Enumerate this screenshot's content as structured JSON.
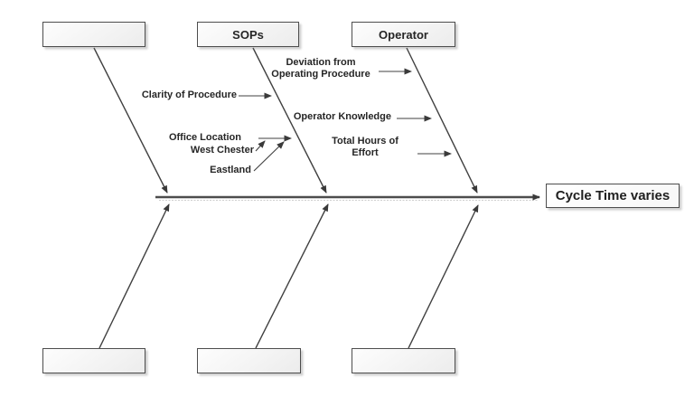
{
  "diagram": {
    "type": "fishbone-cause-effect",
    "effect": {
      "label": "Cycle Time varies"
    },
    "top_categories": [
      {
        "label": ""
      },
      {
        "label": "SOPs"
      },
      {
        "label": "Operator"
      }
    ],
    "bottom_categories": [
      {
        "label": ""
      },
      {
        "label": ""
      },
      {
        "label": ""
      }
    ],
    "causes": {
      "clarity": {
        "label": "Clarity of Procedure"
      },
      "deviation": {
        "label": "Deviation from\nOperating Procedure"
      },
      "operator_knowledge": {
        "label": "Operator Knowledge"
      },
      "office_location": {
        "label": "Office Location"
      },
      "west_chester": {
        "label": "West Chester"
      },
      "eastland": {
        "label": "Eastland"
      },
      "total_hours": {
        "label": "Total Hours of\nEffort"
      }
    },
    "colors": {
      "background": "#ffffff",
      "line": "#404040",
      "text": "#262626",
      "box_border": "#4d4d4d",
      "box_fill": "#f4f4f4"
    }
  }
}
